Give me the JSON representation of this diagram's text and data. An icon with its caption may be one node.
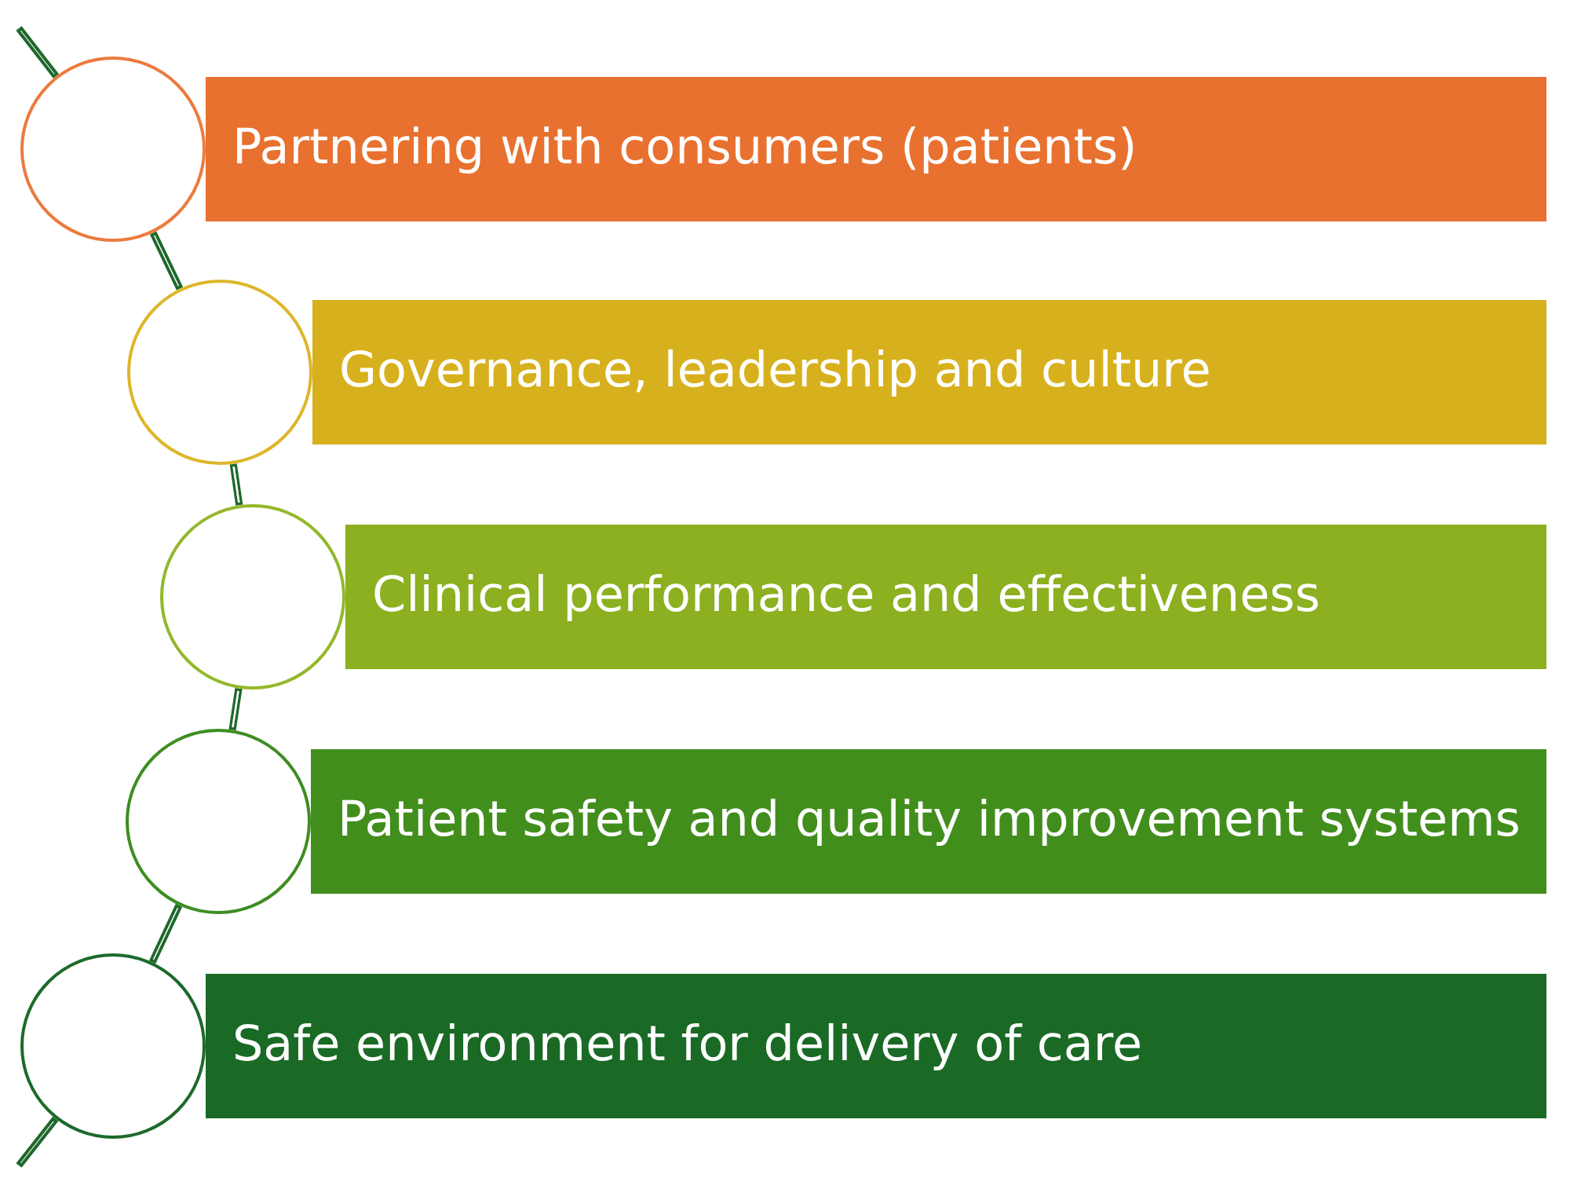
{
  "diagram": {
    "nodes": [
      {
        "text": [],
        "shape": "circle"
      },
      {
        "text": [
          "Partnering with consumers (patients)"
        ]
      },
      {
        "text": [],
        "shape": "circle"
      },
      {
        "text": [
          "Governance, leadership and culture"
        ]
      },
      {
        "text": [],
        "shape": "circle"
      },
      {
        "text": [
          "Clinical performance and effectiveness"
        ]
      },
      {
        "text": [],
        "shape": "circle"
      },
      {
        "text": [
          "Patient safety and quality improvement systems"
        ]
      },
      {
        "text": [],
        "shape": "circle"
      },
      {
        "text": [
          "Safe environment for delivery of care"
        ]
      }
    ],
    "edges": [
      {
        "from": null,
        "to": 0,
        "arrow": "none"
      },
      {
        "from": 0,
        "to": 2,
        "arrow": "none"
      },
      {
        "from": 2,
        "to": 4,
        "arrow": "none"
      },
      {
        "from": 4,
        "to": 6,
        "arrow": "none"
      },
      {
        "from": 6,
        "to": 8,
        "arrow": "none"
      },
      {
        "from": 8,
        "to": null,
        "arrow": "none"
      }
    ]
  }
}
